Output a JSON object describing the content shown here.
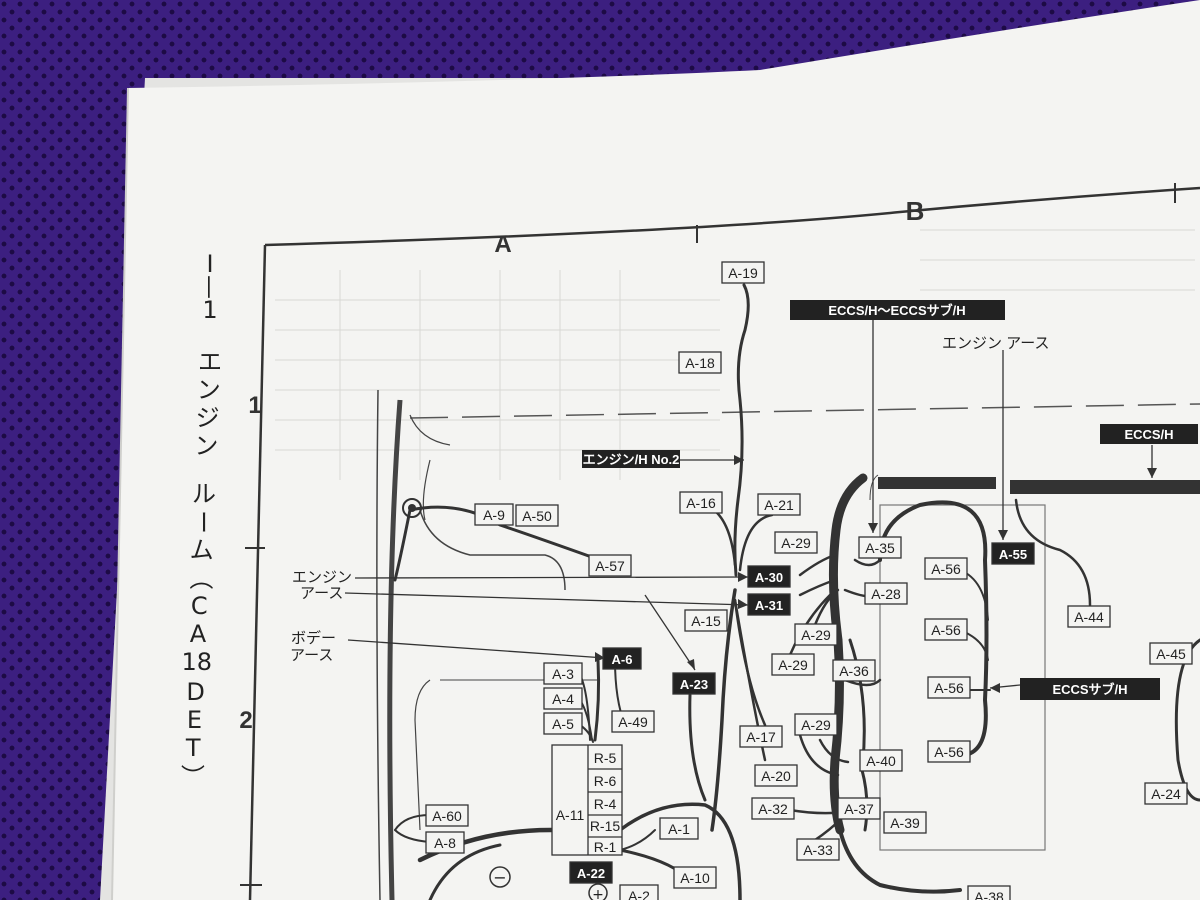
{
  "page": {
    "colors": {
      "paper": "#f4f4f2",
      "ink": "#222222",
      "dark_box": "#222222",
      "background": "#3c1f80"
    }
  },
  "zones": {
    "col_a": "A",
    "col_b": "B",
    "row_1": "1",
    "row_2": "2"
  },
  "side_title": {
    "section": "I",
    "dash": "—",
    "number": "1",
    "chars": [
      "エ",
      "ン",
      "ジ",
      "ン",
      "",
      "ル",
      "ー",
      "ム",
      "（",
      "C",
      "A",
      "18",
      "D",
      "E",
      "T",
      "）"
    ]
  },
  "labels": {
    "engine_earth_1": "エンジン",
    "engine_earth_2": "アース",
    "body_earth_1": "ボデー",
    "body_earth_2": "アース",
    "engine_earth_top": "エンジン アース"
  },
  "harness": {
    "eccs_to_sub": "ECCS/H～ECCSサブ/H",
    "eccs": "ECCS/H",
    "eccs_sub": "ECCSサブ/H",
    "engine_no2": "エンジン/H No.2"
  },
  "connectors": {
    "A19": "A-19",
    "A18": "A-18",
    "A16": "A-16",
    "A21": "A-21",
    "A9": "A-9",
    "A50": "A-50",
    "A57": "A-57",
    "A30": "A-30",
    "A31": "A-31",
    "A15": "A-15",
    "A6": "A-6",
    "A3": "A-3",
    "A4": "A-4",
    "A5": "A-5",
    "A49": "A-49",
    "A23": "A-23",
    "A17": "A-17",
    "A20": "A-20",
    "A29a": "A-29",
    "A29b": "A-29",
    "A29c": "A-29",
    "A29d": "A-29",
    "A35": "A-35",
    "A28": "A-28",
    "A36": "A-36",
    "A40": "A-40",
    "A55": "A-55",
    "A56a": "A-56",
    "A56b": "A-56",
    "A56c": "A-56",
    "A56d": "A-56",
    "A44": "A-44",
    "A45": "A-45",
    "A24": "A-24",
    "A32": "A-32",
    "A33": "A-33",
    "A37": "A-37",
    "A39": "A-39",
    "A38": "A-38",
    "A60": "A-60",
    "A8": "A-8",
    "A1": "A-1",
    "A10": "A-10",
    "A22": "A-22",
    "A2": "A-2"
  },
  "relay_block": {
    "name": "A-11",
    "relays": [
      "R-5",
      "R-6",
      "R-4",
      "R-15",
      "R-1"
    ]
  },
  "symbols": {
    "minus": "−",
    "plus": "+"
  }
}
